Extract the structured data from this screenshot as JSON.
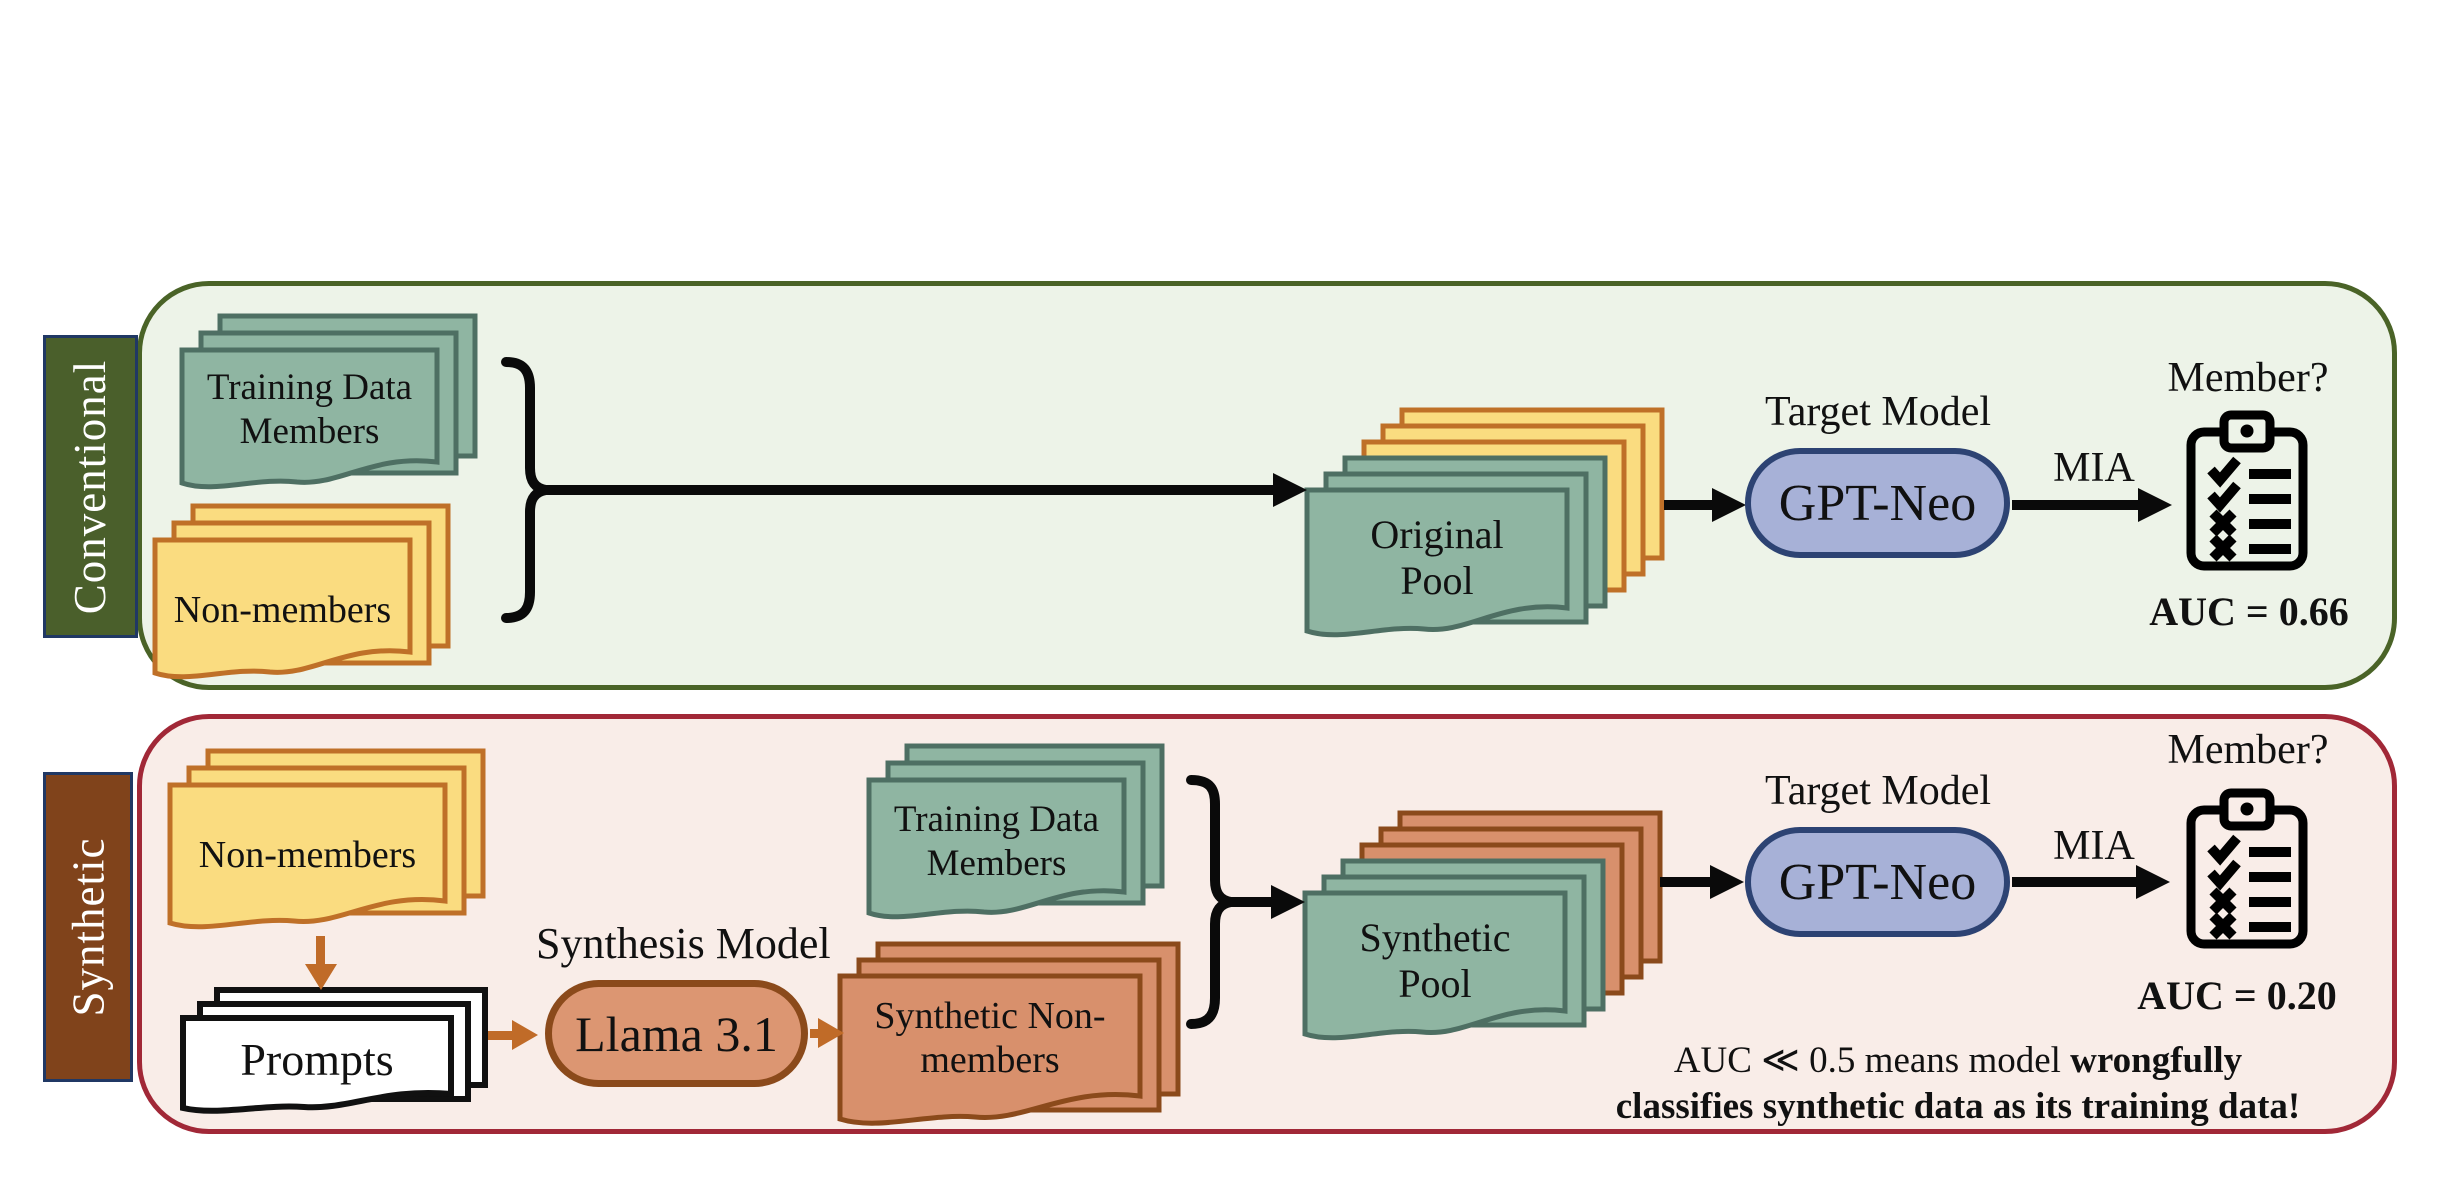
{
  "colors": {
    "conventional_panel_bg": "#EDF3E8",
    "conventional_panel_border": "#4A6327",
    "conventional_bar_bg": "#4A5F2B",
    "synthetic_panel_bg": "#F9EDE8",
    "synthetic_panel_border": "#A12837",
    "synthetic_bar_bg": "#80431B",
    "bar_border": "#203864",
    "teal_doc_fill": "#8FB5A2",
    "teal_doc_stroke": "#4E6F63",
    "yellow_doc_fill": "#FADC80",
    "yellow_doc_stroke": "#BF7028",
    "salmon_doc_fill": "#D8906C",
    "salmon_doc_stroke": "#8B4A1B",
    "white_doc_fill": "#FFFFFF",
    "white_doc_stroke": "#111111",
    "model_pill_fill": "#A7B1D7",
    "model_pill_border": "#2D4373",
    "llama_pill_fill": "#DC9672",
    "llama_pill_border": "#8B4A1B",
    "arrow_black": "#0A0A0A",
    "arrow_orange": "#C06B28"
  },
  "conventional": {
    "row_label": "Conventional",
    "training_stack": {
      "line1": "Training Data",
      "line2": "Members"
    },
    "nonmember_stack": {
      "label": "Non-members"
    },
    "pool_stack": {
      "line1": "Original",
      "line2": "Pool"
    },
    "target_model_caption": "Target Model",
    "target_model_name": "GPT-Neo",
    "mia_label": "MIA",
    "member_question": "Member?",
    "auc_value": "AUC = 0.66"
  },
  "synthetic": {
    "row_label": "Synthetic",
    "nonmember_stack": {
      "label": "Non-members"
    },
    "prompts_stack": {
      "label": "Prompts"
    },
    "synthesis_model_caption": "Synthesis Model",
    "synthesis_model_name": "Llama 3.1",
    "synthetic_nonmember_stack": {
      "line1": "Synthetic Non-",
      "line2": "members"
    },
    "training_stack": {
      "line1": "Training Data",
      "line2": "Members"
    },
    "pool_stack": {
      "line1": "Synthetic",
      "line2": "Pool"
    },
    "target_model_caption": "Target Model",
    "target_model_name": "GPT-Neo",
    "mia_label": "MIA",
    "member_question": "Member?",
    "auc_value": "AUC = 0.20",
    "warning": {
      "line1_normal": "AUC ≪ 0.5 means model ",
      "line1_bold": "wrongfully",
      "line2_bold": "classifies synthetic data as its training data!"
    }
  }
}
